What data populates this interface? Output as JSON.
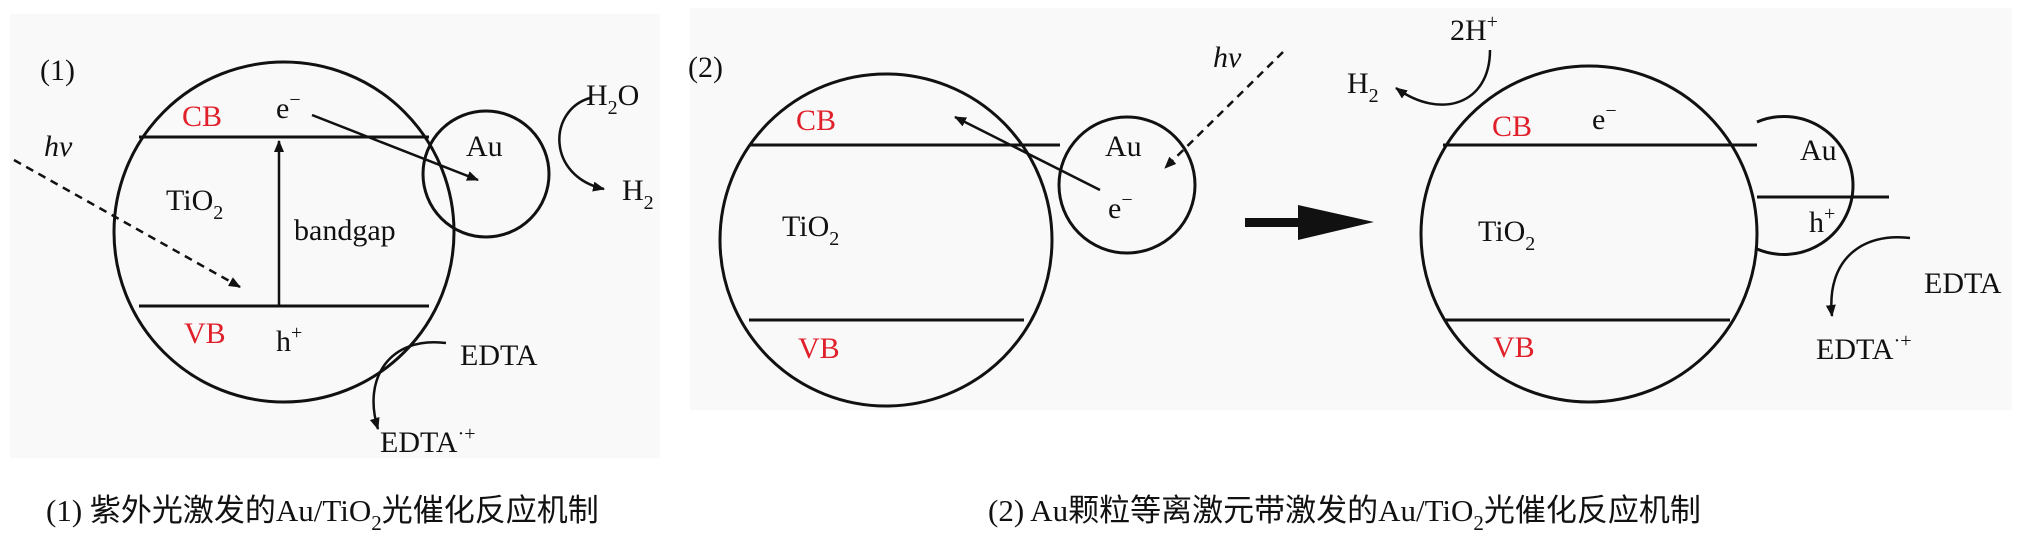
{
  "colors": {
    "band_label": "#e0202b",
    "ink": "#111111",
    "panel_bg": "#f9f9f9"
  },
  "panel1": {
    "number": "(1)",
    "cb": "CB",
    "vb": "VB",
    "tio2": "TiO",
    "tio2_sub": "2",
    "bandgap": "bandgap",
    "electron": "e",
    "electron_sup": "−",
    "hole": "h",
    "hole_sup": "+",
    "au": "Au",
    "hv": "hv",
    "h2o_a": "H",
    "h2o_sub": "2",
    "h2o_b": "O",
    "h2_a": "H",
    "h2_sub": "2",
    "edta": "EDTA",
    "edta_ox": "EDTA",
    "edta_ox_sup": "·+"
  },
  "panel2": {
    "number": "(2)",
    "left": {
      "cb": "CB",
      "vb": "VB",
      "tio2": "TiO",
      "tio2_sub": "2",
      "au": "Au",
      "electron": "e",
      "electron_sup": "−",
      "hv": "hv"
    },
    "right": {
      "cb": "CB",
      "vb": "VB",
      "tio2": "TiO",
      "tio2_sub": "2",
      "au": "Au",
      "electron": "e",
      "electron_sup": "−",
      "hole": "h",
      "hole_sup": "+",
      "h_plus_a": "2H",
      "h_plus_sup": "+",
      "h2_a": "H",
      "h2_sub": "2",
      "edta": "EDTA",
      "edta_ox": "EDTA",
      "edta_ox_sup": "·+"
    }
  },
  "captions": {
    "c1_a": "(1) 紫外光激发的Au/TiO",
    "c1_sub": "2",
    "c1_b": "光催化反应机制",
    "c2_a": "(2) Au颗粒等离激元带激发的Au/TiO",
    "c2_sub": "2",
    "c2_b": "光催化反应机制"
  }
}
